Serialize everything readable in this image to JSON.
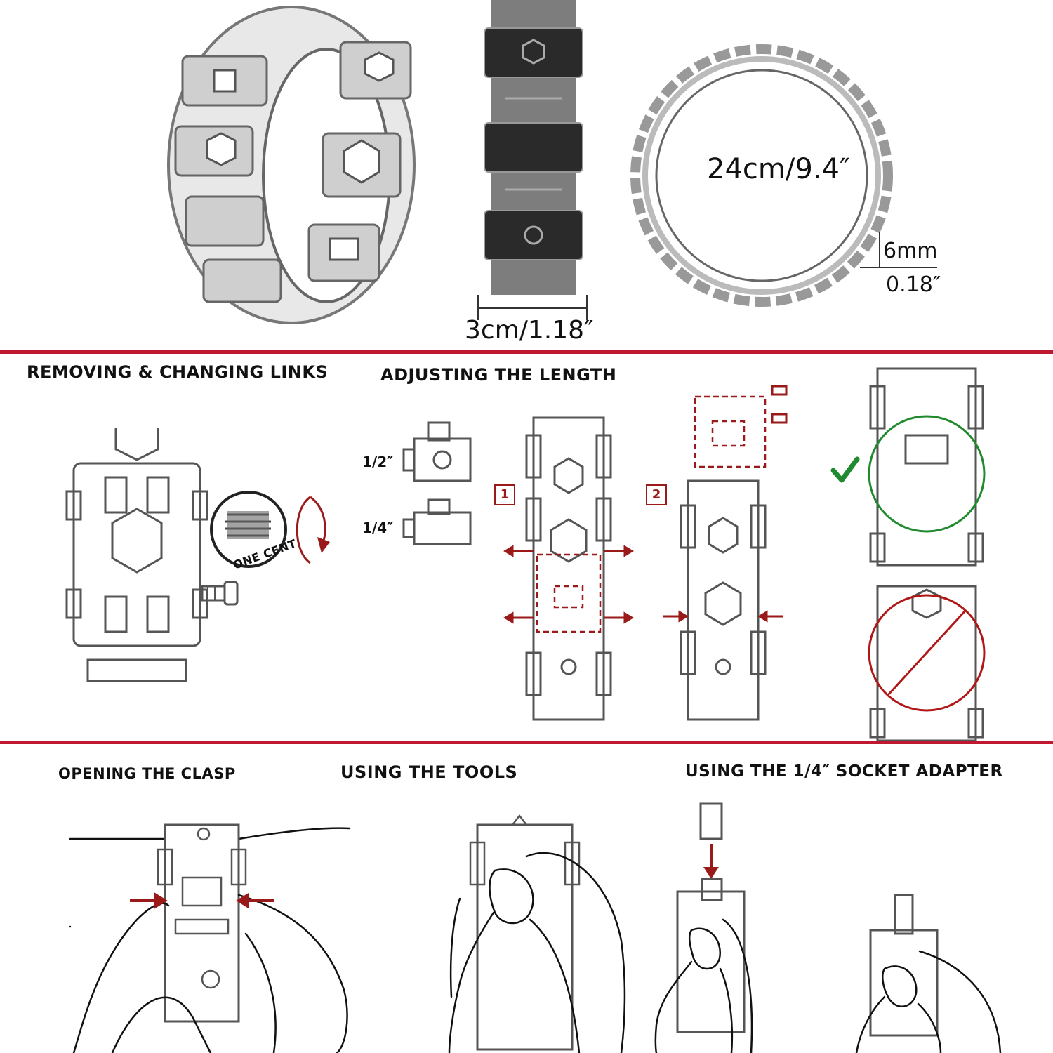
{
  "colors": {
    "divider": "#c0182e",
    "accent_red": "#9a1a1a",
    "check_green": "#1f8a2e",
    "forbid_red": "#b01818"
  },
  "dimensions": {
    "width_label": "3cm/1.18″",
    "circumference_label": "24cm/9.4″",
    "thickness_mm": "6mm",
    "thickness_in": "0.18″"
  },
  "sections": {
    "removing": {
      "title": "REMOVING & CHANGING LINKS",
      "coin_text": "ONE CENT"
    },
    "adjusting": {
      "title": "ADJUSTING THE LENGTH",
      "half_label": "1/2″",
      "quarter_label": "1/4″",
      "step1": "1",
      "step2": "2"
    },
    "clasp": {
      "title": "OPENING THE CLASP"
    },
    "tools": {
      "title": "USING THE TOOLS"
    },
    "socket": {
      "title": "USING THE 1/4″ SOCKET ADAPTER"
    }
  },
  "icons": [
    "check-icon",
    "forbidden-icon",
    "rotate-arrow-icon",
    "screw-icon",
    "coin-icon"
  ]
}
